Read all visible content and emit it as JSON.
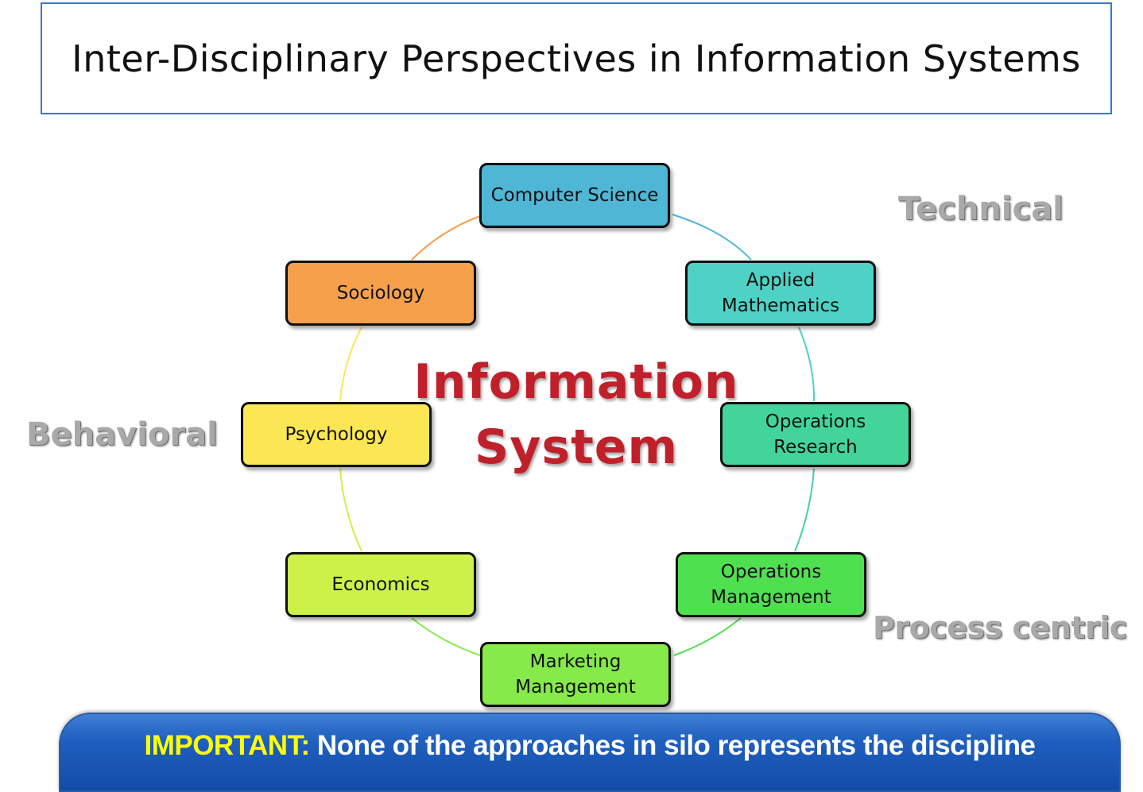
{
  "title": "Inter-Disciplinary Perspectives in Information Systems",
  "center": {
    "line1": "Information",
    "line2": "System"
  },
  "nodes": [
    {
      "id": "computer-science",
      "lines": [
        "Computer Science"
      ],
      "color": "#4fb6d6"
    },
    {
      "id": "applied-mathematics",
      "lines": [
        "Applied",
        "Mathematics"
      ],
      "color": "#4fd2c6"
    },
    {
      "id": "operations-research",
      "lines": [
        "Operations",
        "Research"
      ],
      "color": "#43d49a"
    },
    {
      "id": "operations-management",
      "lines": [
        "Operations",
        "Management"
      ],
      "color": "#4fe04f"
    },
    {
      "id": "marketing-management",
      "lines": [
        "Marketing",
        "Management"
      ],
      "color": "#86ea4a"
    },
    {
      "id": "economics",
      "lines": [
        "Economics"
      ],
      "color": "#ccf24a"
    },
    {
      "id": "psychology",
      "lines": [
        "Psychology"
      ],
      "color": "#fbe654"
    },
    {
      "id": "sociology",
      "lines": [
        "Sociology"
      ],
      "color": "#f7a04c"
    }
  ],
  "categories": {
    "technical": "Technical",
    "behavioral": "Behavioral",
    "process_centric": "Process centric"
  },
  "banner": {
    "highlight": "IMPORTANT:",
    "text": " None of the approaches in silo represents the discipline"
  },
  "colors": {
    "title_border": "#3a78c9",
    "center_text": "#c0202a",
    "category_text": "#a9a9a9",
    "banner_bg": "#1f5fbf",
    "banner_highlight": "#ffff00"
  }
}
